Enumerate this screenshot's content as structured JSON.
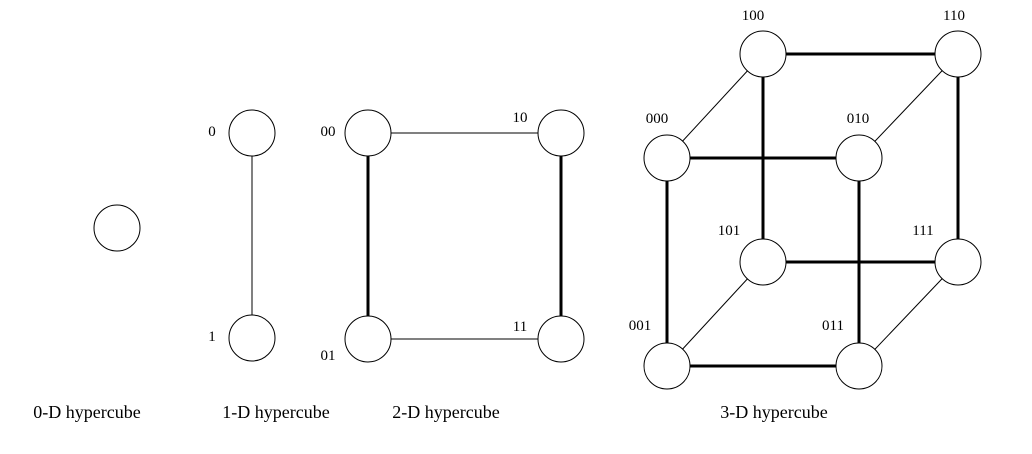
{
  "captions": [
    "0-D hypercube",
    "1-D hypercube",
    "2-D hypercube",
    "3-D hypercube"
  ],
  "hypercube_0d": {
    "nodes": [
      ""
    ]
  },
  "hypercube_1d": {
    "nodes": [
      "0",
      "1"
    ],
    "edges": [
      [
        "0",
        "1",
        "thin"
      ]
    ]
  },
  "hypercube_2d": {
    "nodes": [
      "00",
      "10",
      "01",
      "11"
    ],
    "edges": [
      [
        "00",
        "10",
        "thin"
      ],
      [
        "01",
        "11",
        "thin"
      ],
      [
        "00",
        "01",
        "thick"
      ],
      [
        "10",
        "11",
        "thick"
      ]
    ]
  },
  "hypercube_3d": {
    "nodes": [
      "100",
      "110",
      "000",
      "010",
      "101",
      "111",
      "001",
      "011"
    ],
    "edges": [
      [
        "100",
        "110",
        "thick"
      ],
      [
        "000",
        "010",
        "thick"
      ],
      [
        "101",
        "111",
        "thick"
      ],
      [
        "001",
        "011",
        "thick"
      ],
      [
        "100",
        "101",
        "thick"
      ],
      [
        "110",
        "111",
        "thick"
      ],
      [
        "000",
        "001",
        "thick"
      ],
      [
        "010",
        "011",
        "thick"
      ],
      [
        "000",
        "100",
        "thin"
      ],
      [
        "010",
        "110",
        "thin"
      ],
      [
        "001",
        "101",
        "thin"
      ],
      [
        "011",
        "111",
        "thin"
      ]
    ]
  }
}
